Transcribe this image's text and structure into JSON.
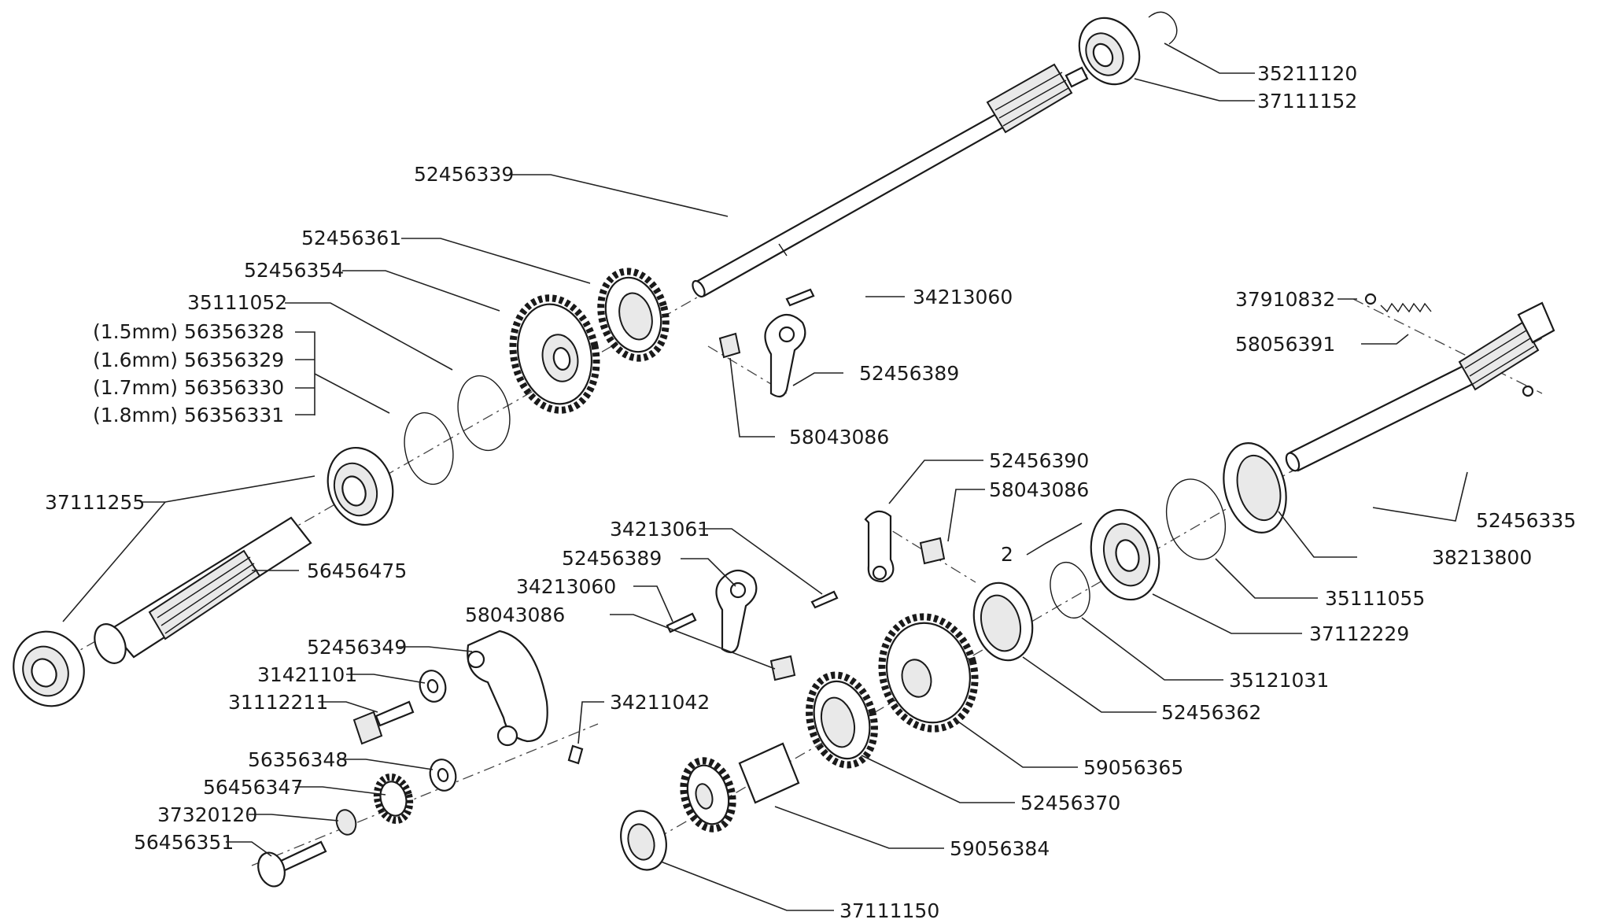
{
  "diagram": {
    "part_numbers": [
      {
        "id": "p35211120",
        "text": "35211120"
      },
      {
        "id": "p37111152",
        "text": "37111152"
      },
      {
        "id": "p52456339",
        "text": "52456339"
      },
      {
        "id": "p52456361",
        "text": "52456361"
      },
      {
        "id": "p52456354",
        "text": "52456354"
      },
      {
        "id": "p35111052",
        "text": "35111052"
      },
      {
        "id": "p56356328",
        "text": "(1.5mm)  56356328"
      },
      {
        "id": "p56356329",
        "text": "(1.6mm)  56356329"
      },
      {
        "id": "p56356330",
        "text": "(1.7mm)  56356330"
      },
      {
        "id": "p56356331",
        "text": "(1.8mm)  56356331"
      },
      {
        "id": "p34213060a",
        "text": "34213060"
      },
      {
        "id": "p52456389a",
        "text": "52456389"
      },
      {
        "id": "p58043086a",
        "text": "58043086"
      },
      {
        "id": "p37910832",
        "text": "37910832"
      },
      {
        "id": "p58056391",
        "text": "58056391"
      },
      {
        "id": "p37111255",
        "text": "37111255"
      },
      {
        "id": "p56456475",
        "text": "56456475"
      },
      {
        "id": "p52456390",
        "text": "52456390"
      },
      {
        "id": "p58043086b",
        "text": "58043086"
      },
      {
        "id": "p52456335",
        "text": "52456335"
      },
      {
        "id": "p38213800",
        "text": "38213800"
      },
      {
        "id": "p35111055",
        "text": "35111055"
      },
      {
        "id": "p37112229",
        "text": "37112229"
      },
      {
        "id": "p35121031",
        "text": "35121031"
      },
      {
        "id": "p52456362",
        "text": "52456362"
      },
      {
        "id": "p59056365",
        "text": "59056365"
      },
      {
        "id": "p52456370",
        "text": "52456370"
      },
      {
        "id": "p59056384",
        "text": "59056384"
      },
      {
        "id": "p37111150",
        "text": "37111150"
      },
      {
        "id": "p34213061",
        "text": "34213061"
      },
      {
        "id": "p52456389b",
        "text": "52456389"
      },
      {
        "id": "p34213060b",
        "text": "34213060"
      },
      {
        "id": "p58043086c",
        "text": "58043086"
      },
      {
        "id": "p52456349",
        "text": "52456349"
      },
      {
        "id": "p31421101",
        "text": "31421101"
      },
      {
        "id": "p31112211",
        "text": "31112211"
      },
      {
        "id": "p34211042",
        "text": "34211042"
      },
      {
        "id": "p56356348",
        "text": "56356348"
      },
      {
        "id": "p56456347",
        "text": "56456347"
      },
      {
        "id": "p37320120",
        "text": "37320120"
      },
      {
        "id": "p56456351",
        "text": "56456351"
      }
    ],
    "quantity_marker": "2"
  }
}
